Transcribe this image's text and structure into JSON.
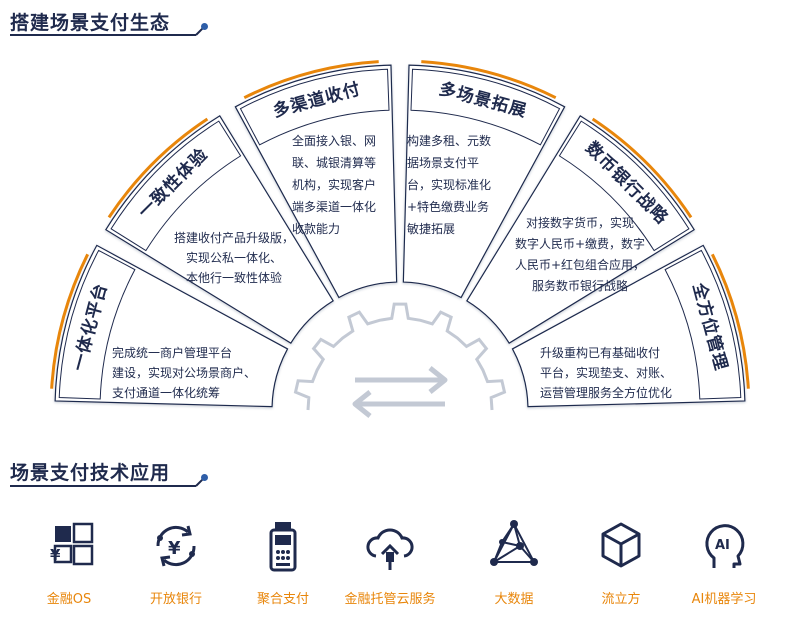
{
  "section_top": {
    "title": "搭建场景支付生态"
  },
  "section_bottom": {
    "title": "场景支付技术应用"
  },
  "segments": [
    {
      "title": "一体化平台",
      "lines": [
        "完成统一商户管理平台",
        "建设，实现对公场景商户、",
        "支付通道一体化统筹"
      ]
    },
    {
      "title": "一致性体验",
      "lines": [
        "搭建收付产品升级版，",
        "实现公私一体化、",
        "本他行一致性体验"
      ]
    },
    {
      "title": "多渠道收付",
      "lines": [
        "全面接入银、网",
        "联、城银清算等",
        "机构，实现客户",
        "端多渠道一体化",
        "收款能力"
      ]
    },
    {
      "title": "多场景拓展",
      "lines": [
        "构建多租、元数",
        "据场景支付平",
        "台，实现标准化",
        "+特色缴费业务",
        "敏捷拓展"
      ]
    },
    {
      "title": "数币银行战略",
      "lines": [
        "对接数字货币，实现",
        "数字人民币+缴费，数字",
        "人民币+红包组合应用，",
        "服务数币银行战略"
      ]
    },
    {
      "title": "全方位管理",
      "lines": [
        "升级重构已有基础收付",
        "平台，实现垫支、对账、",
        "运营管理服务全方位优化"
      ]
    }
  ],
  "technologies": [
    {
      "label": "金融OS",
      "icon": "windows-yen-icon"
    },
    {
      "label": "开放银行",
      "icon": "yen-cycle-icon"
    },
    {
      "label": "聚合支付",
      "icon": "pos-terminal-icon"
    },
    {
      "label": "金融托管云服务",
      "icon": "cloud-house-icon"
    },
    {
      "label": "大数据",
      "icon": "network-nodes-icon"
    },
    {
      "label": "流立方",
      "icon": "cube-icon"
    },
    {
      "label": "AI机器学习",
      "icon": "ai-head-icon"
    }
  ],
  "colors": {
    "navy": "#1f2a4d",
    "accent_blue": "#2e5ea8",
    "orange": "#e8860b",
    "gear": "#b8bfcc"
  }
}
